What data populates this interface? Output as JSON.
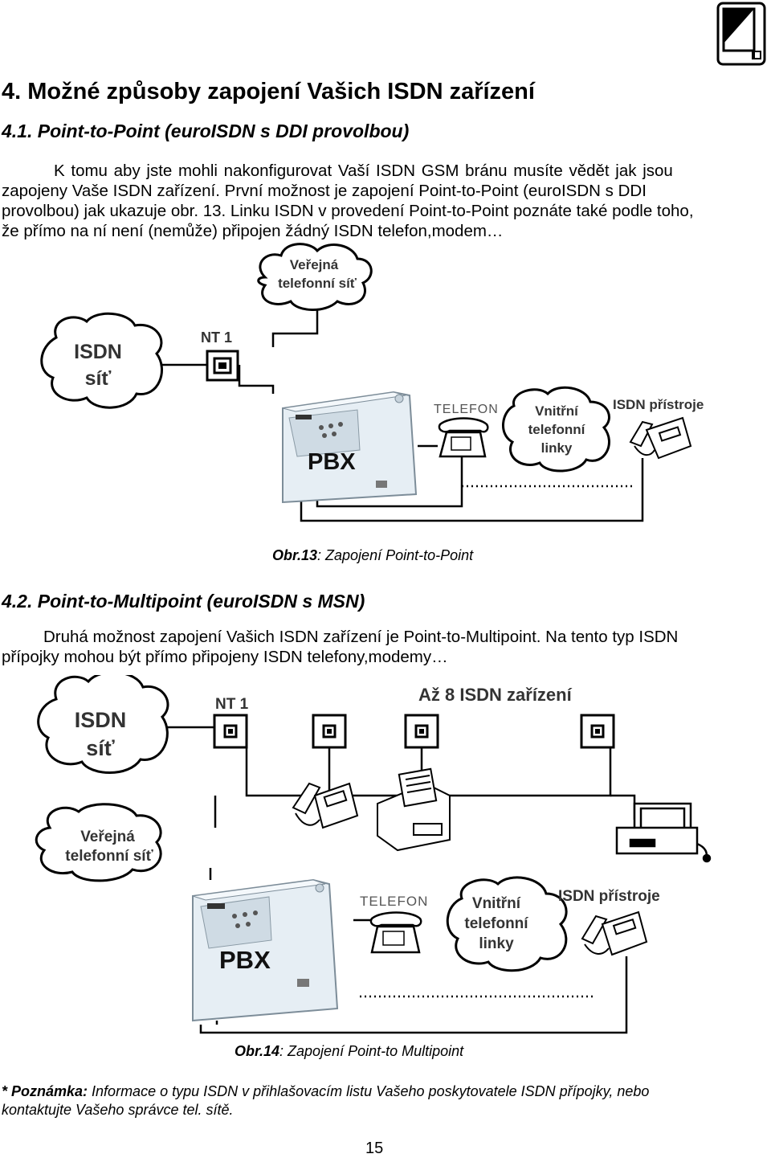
{
  "header_icon": "tablet-phone-icon",
  "heading_main": {
    "number": "4.",
    "title": "Možné způsoby zapojení Vašich ISDN zařízení"
  },
  "section1": {
    "heading": "4.1. Point-to-Point (euroISDN s DDI provolbou)",
    "lines": [
      "K tomu aby jste mohli nakonfigurovat Vaší ISDN GSM bránu musíte vědět jak jsou",
      "zapojeny Vaše ISDN zařízení. První možnost je zapojení Point-to-Point (euroISDN s DDI",
      "provolbou) jak ukazuje obr. 13. Linku ISDN v provedení Point-to-Point poznáte také podle toho,",
      "že přímo na ní není (nemůže) připojen žádný ISDN telefon,modem…"
    ]
  },
  "figure13": {
    "cloud_public_1": "Veřejná",
    "cloud_public_2": "telefonní síť",
    "cloud_isdn_1": "ISDN",
    "cloud_isdn_2": "síť",
    "nt1": "NT 1",
    "pbx": "PBX",
    "telefon": "TELEFON",
    "cloud_internal_1": "Vnitřní",
    "cloud_internal_2": "telefonní",
    "cloud_internal_3": "linky",
    "isdn_devices": "ISDN přístroje",
    "caption_label": "Obr.13",
    "caption_text": ": Zapojení Point-to-Point"
  },
  "section2": {
    "heading": "4.2. Point-to-Multipoint (euroISDN s MSN)",
    "lines": [
      "Druhá možnost zapojení Vašich ISDN zařízení je Point-to-Multipoint. Na tento typ ISDN",
      "přípojky mohou být přímo připojeny ISDN telefony,modemy…"
    ]
  },
  "figure14": {
    "cloud_isdn_1": "ISDN",
    "cloud_isdn_2": "síť",
    "nt1": "NT 1",
    "up_to_8": "Až 8 ISDN zařízení",
    "cloud_public_1": "Veřejná",
    "cloud_public_2": "telefonní síť",
    "pbx": "PBX",
    "telefon": "TELEFON",
    "cloud_internal_1": "Vnitřní",
    "cloud_internal_2": "telefonní",
    "cloud_internal_3": "linky",
    "isdn_devices": "ISDN přístroje",
    "caption_label": "Obr.14",
    "caption_text": ": Zapojení Point-to Multipoint"
  },
  "note": {
    "label": "* Poznámka:",
    "line1": " Informace o typu ISDN v přihlašovacím listu Vašeho poskytovatele ISDN přípojky, nebo",
    "line2": "kontaktujte Vašeho správce tel. sítě."
  },
  "page_number": "15"
}
